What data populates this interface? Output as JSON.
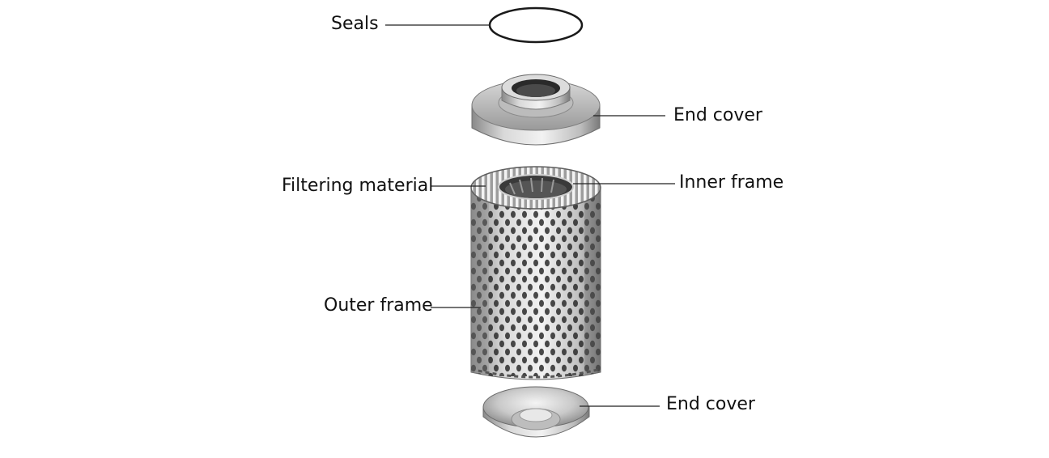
{
  "labels": {
    "seals": "Seals",
    "end_cover_top": "End cover",
    "filtering_material": "Filtering material",
    "inner_frame": "Inner frame",
    "outer_frame": "Outer frame",
    "end_cover_bottom": "End cover"
  },
  "colors": {
    "line": "#222222",
    "metal_light": "#e6e6e6",
    "metal_dark": "#7a7a7a",
    "hole": "#2b2b2b"
  }
}
